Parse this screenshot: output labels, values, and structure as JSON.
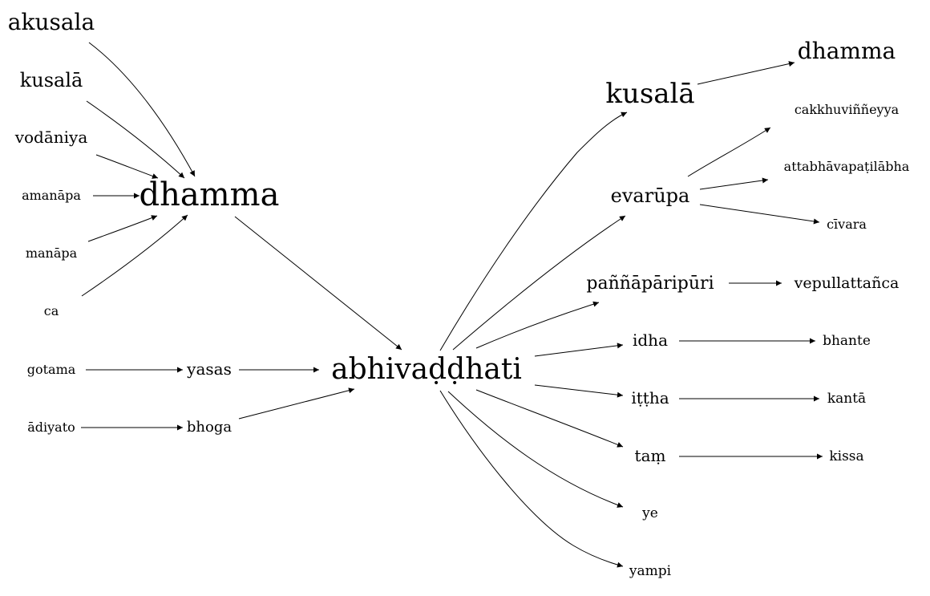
{
  "graph": {
    "nodes": [
      {
        "id": "akusala",
        "label": "akusala"
      },
      {
        "id": "kusala_left",
        "label": "kusalā"
      },
      {
        "id": "vodaniya",
        "label": "vodāniya"
      },
      {
        "id": "amanapa",
        "label": "amanāpa"
      },
      {
        "id": "manapa",
        "label": "manāpa"
      },
      {
        "id": "ca",
        "label": "ca"
      },
      {
        "id": "dhamma_left",
        "label": "dhamma"
      },
      {
        "id": "gotama",
        "label": "gotama"
      },
      {
        "id": "yasas",
        "label": "yasas"
      },
      {
        "id": "adiyato",
        "label": "ādiyato"
      },
      {
        "id": "bhoga",
        "label": "bhoga"
      },
      {
        "id": "abhivaddhati",
        "label": "abhivaḍḍhati"
      },
      {
        "id": "kusala_right",
        "label": "kusalā"
      },
      {
        "id": "dhamma_right",
        "label": "dhamma"
      },
      {
        "id": "evarupa",
        "label": "evarūpa"
      },
      {
        "id": "cakkhu",
        "label": "cakkhuviññeyya"
      },
      {
        "id": "atta",
        "label": "attabhāvapaṭilābha"
      },
      {
        "id": "civara",
        "label": "cīvara"
      },
      {
        "id": "panna",
        "label": "paññāpāripūri"
      },
      {
        "id": "vepulla",
        "label": "vepullattañca"
      },
      {
        "id": "idha",
        "label": "idha"
      },
      {
        "id": "bhante",
        "label": "bhante"
      },
      {
        "id": "ittha",
        "label": "iṭṭha"
      },
      {
        "id": "kanta",
        "label": "kantā"
      },
      {
        "id": "tam",
        "label": "taṃ"
      },
      {
        "id": "kissa",
        "label": "kissa"
      },
      {
        "id": "ye",
        "label": "ye"
      },
      {
        "id": "yampi",
        "label": "yampi"
      }
    ],
    "edges": [
      {
        "from": "akusala",
        "to": "dhamma_left"
      },
      {
        "from": "kusala_left",
        "to": "dhamma_left"
      },
      {
        "from": "vodaniya",
        "to": "dhamma_left"
      },
      {
        "from": "amanapa",
        "to": "dhamma_left"
      },
      {
        "from": "manapa",
        "to": "dhamma_left"
      },
      {
        "from": "ca",
        "to": "dhamma_left"
      },
      {
        "from": "dhamma_left",
        "to": "abhivaddhati"
      },
      {
        "from": "gotama",
        "to": "yasas"
      },
      {
        "from": "yasas",
        "to": "abhivaddhati"
      },
      {
        "from": "adiyato",
        "to": "bhoga"
      },
      {
        "from": "bhoga",
        "to": "abhivaddhati"
      },
      {
        "from": "abhivaddhati",
        "to": "kusala_right"
      },
      {
        "from": "abhivaddhati",
        "to": "evarupa"
      },
      {
        "from": "abhivaddhati",
        "to": "panna"
      },
      {
        "from": "abhivaddhati",
        "to": "idha"
      },
      {
        "from": "abhivaddhati",
        "to": "ittha"
      },
      {
        "from": "abhivaddhati",
        "to": "tam"
      },
      {
        "from": "abhivaddhati",
        "to": "ye"
      },
      {
        "from": "abhivaddhati",
        "to": "yampi"
      },
      {
        "from": "kusala_right",
        "to": "dhamma_right"
      },
      {
        "from": "evarupa",
        "to": "cakkhu"
      },
      {
        "from": "evarupa",
        "to": "atta"
      },
      {
        "from": "evarupa",
        "to": "civara"
      },
      {
        "from": "panna",
        "to": "vepulla"
      },
      {
        "from": "idha",
        "to": "bhante"
      },
      {
        "from": "ittha",
        "to": "kanta"
      },
      {
        "from": "tam",
        "to": "kissa"
      }
    ]
  }
}
